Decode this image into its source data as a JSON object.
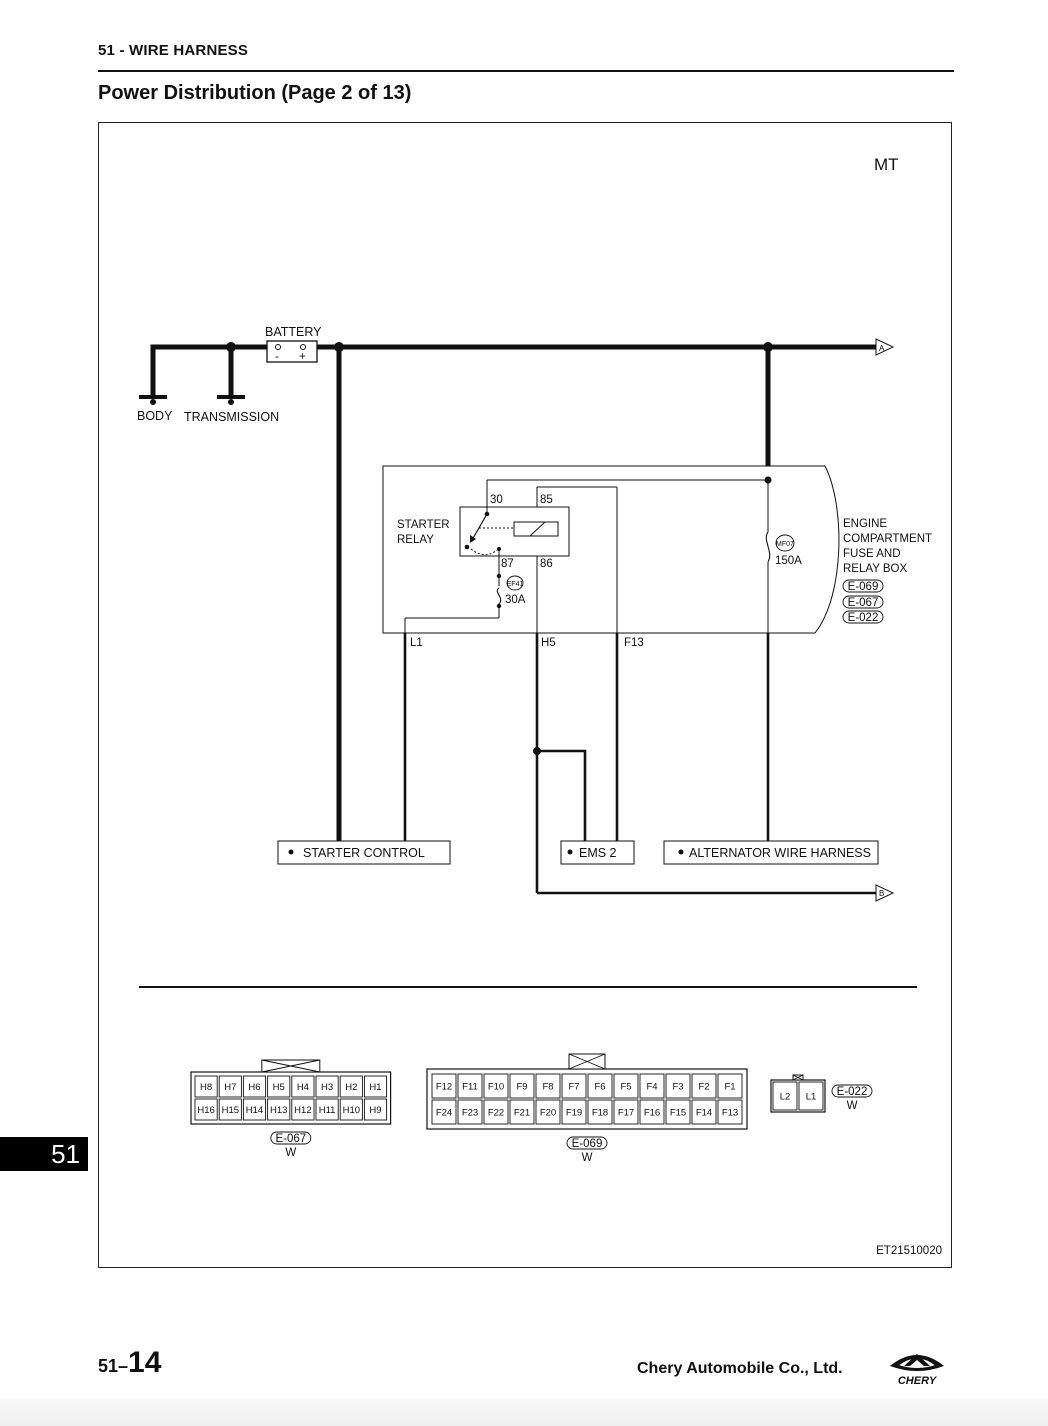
{
  "header": {
    "section": "51 - WIRE HARNESS",
    "title": "Power Distribution (Page 2 of 13)"
  },
  "diagram": {
    "variant": "MT",
    "battery": {
      "label": "BATTERY",
      "neg": "-",
      "pos": "+"
    },
    "grounds": [
      "BODY",
      "TRANSMISSION"
    ],
    "arrows": [
      "A",
      "B"
    ],
    "relay": {
      "label_line1": "STARTER",
      "label_line2": "RELAY",
      "pins": [
        "30",
        "85",
        "87",
        "86"
      ]
    },
    "fuses": {
      "ef41": {
        "tag": "EF41",
        "rating": "30A"
      },
      "mf07": {
        "tag": "MF07",
        "rating": "150A"
      }
    },
    "fuse_box": {
      "label_lines": [
        "ENGINE",
        "COMPARTMENT",
        "FUSE AND",
        "RELAY BOX"
      ],
      "connectors": [
        "E-069",
        "E-067",
        "E-022"
      ]
    },
    "terminals": [
      "L1",
      "H5",
      "F13"
    ],
    "destinations": [
      "STARTER CONTROL",
      "EMS 2",
      "ALTERNATOR WIRE HARNESS"
    ],
    "connector_views": {
      "e067": {
        "id": "E-067",
        "color": "W",
        "row1": [
          "H8",
          "H7",
          "H6",
          "H5",
          "H4",
          "H3",
          "H2",
          "H1"
        ],
        "row2": [
          "H16",
          "H15",
          "H14",
          "H13",
          "H12",
          "H11",
          "H10",
          "H9"
        ]
      },
      "e069": {
        "id": "E-069",
        "color": "W",
        "row1": [
          "F12",
          "F11",
          "F10",
          "F9",
          "F8",
          "F7",
          "F6",
          "F5",
          "F4",
          "F3",
          "F2",
          "F1"
        ],
        "row2": [
          "F24",
          "F23",
          "F22",
          "F21",
          "F20",
          "F19",
          "F18",
          "F17",
          "F16",
          "F15",
          "F14",
          "F13"
        ]
      },
      "e022": {
        "id": "E-022",
        "color": "W",
        "row1": [
          "L2",
          "L1"
        ]
      }
    },
    "figure_code": "ET21510020"
  },
  "footer": {
    "chapter_tab": "51",
    "page_prefix": "51–",
    "page_number": "14",
    "company": "Chery Automobile Co., Ltd.",
    "logo_text": "CHERY",
    "logo_color": "#d7141a"
  }
}
